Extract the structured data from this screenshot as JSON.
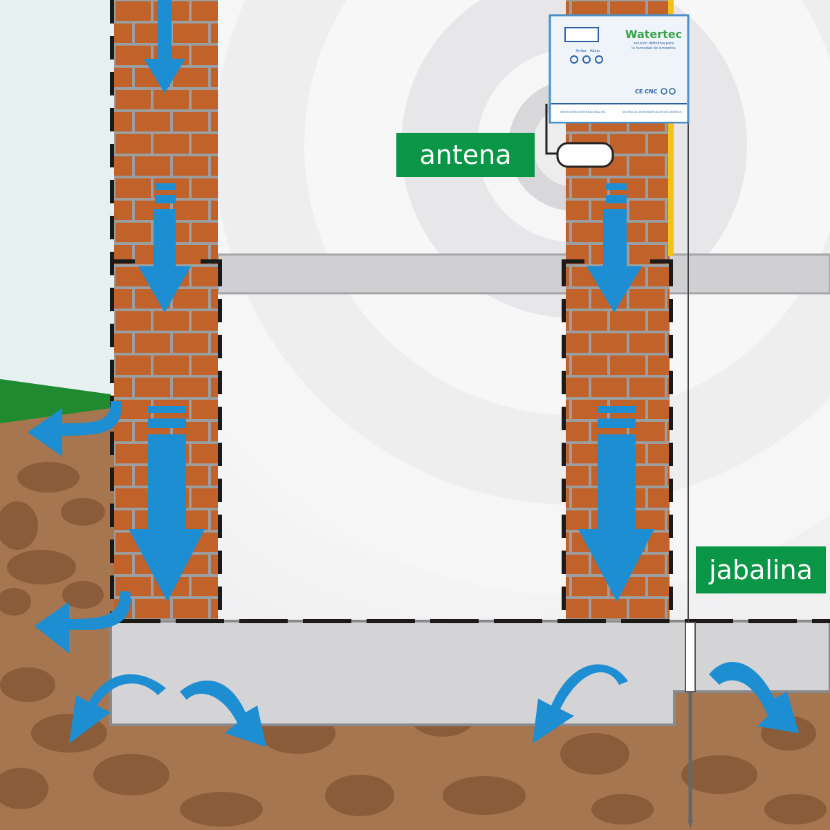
{
  "labels": {
    "antenna": "antena",
    "ground_rod": "jabalina"
  },
  "device": {
    "brand": "Watertec",
    "tagline_line1": "solución definitiva para",
    "tagline_line2": "la humedad de cimientos",
    "button_left_label": "Arriba",
    "button_right_label": "Abajo",
    "bottom_left_text": "WATER SERVICE INTERNACIONAL SRL",
    "bottom_right_text": "SISTEMA DE DESHUMIDIFICACION DE CIMIENTOS",
    "badges": [
      "CE",
      "CNC"
    ]
  },
  "colors": {
    "brick": "#c0622a",
    "mortar": "#9d9d9d",
    "arrow": "#1d8ed1",
    "soil": "#a57650",
    "soil_rock": "#8a5c3a",
    "grass": "#1f8a30",
    "concrete": "#d4d4d6",
    "label_bg": "#0a9647",
    "outline": "#1c1a19"
  }
}
